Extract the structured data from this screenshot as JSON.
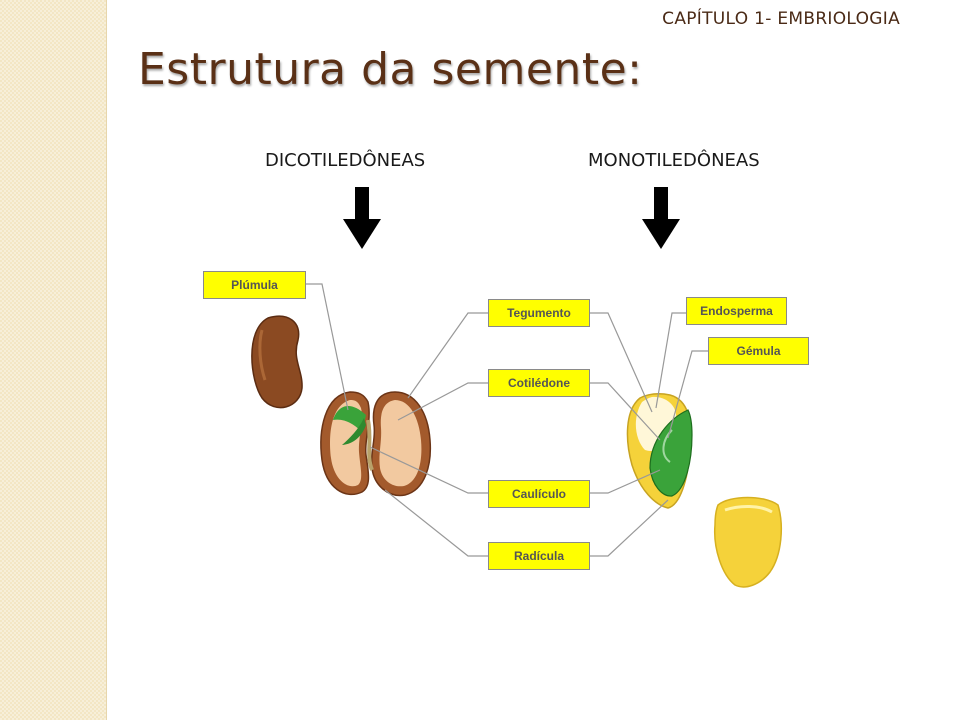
{
  "header": {
    "chapter": "CAPÍTULO 1- EMBRIOLOGIA",
    "title": "Estrutura da semente:"
  },
  "columns": {
    "dicot_heading": "DICOTILEDÔNEAS",
    "monocot_heading": "MONOTILEDÔNEAS"
  },
  "labels": {
    "plumula": "Plúmula",
    "tegumento": "Tegumento",
    "cotiledone": "Cotilédone",
    "caulicula": "Caulículo",
    "radicula": "Radícula",
    "endosperma": "Endosperma",
    "gemula": "Gémula"
  },
  "colors": {
    "label_fill": "#ffff00",
    "title": "#5a3016",
    "strip": "#f3e6c4",
    "bean_brown": "#8b4a22",
    "cotyledon": "#f2c9a0",
    "embryo_green": "#3aa33a",
    "corn_yellow": "#f5d23a"
  }
}
